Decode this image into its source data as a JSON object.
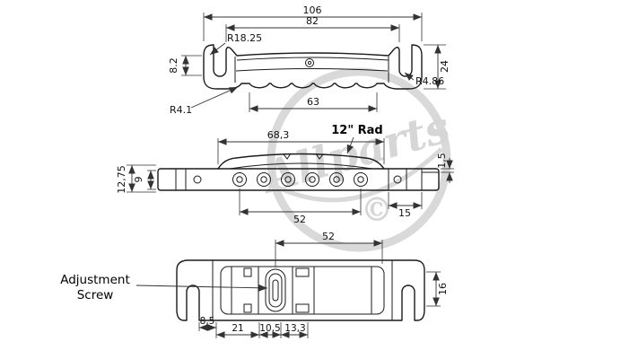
{
  "watermark": {
    "brand": "Allparts",
    "copyright_symbol": "©"
  },
  "top_view": {
    "dim_overall_width": "106",
    "dim_inner_width": "82",
    "dim_ear_radius": "R18.25",
    "dim_left_height": "8.2",
    "dim_overall_height": "24",
    "dim_right_radius": "R4.86",
    "dim_small_radius": "R4.1",
    "dim_body_width": "63"
  },
  "side_view": {
    "dim_saddle_width": "68,3",
    "note_radius": "12\" Rad",
    "dim_total_height": "12,75",
    "dim_body_height": "9",
    "dim_lip": "1,5",
    "dim_hole_span": "52",
    "dim_end_width": "15"
  },
  "bottom_view": {
    "dim_span": "52",
    "label_adjustment_line1": "Adjustment",
    "label_adjustment_line2": "Screw",
    "dim_height": "16",
    "dim_a": "8,5",
    "dim_b": "21",
    "dim_c": "10,5",
    "dim_d": "13,3"
  }
}
